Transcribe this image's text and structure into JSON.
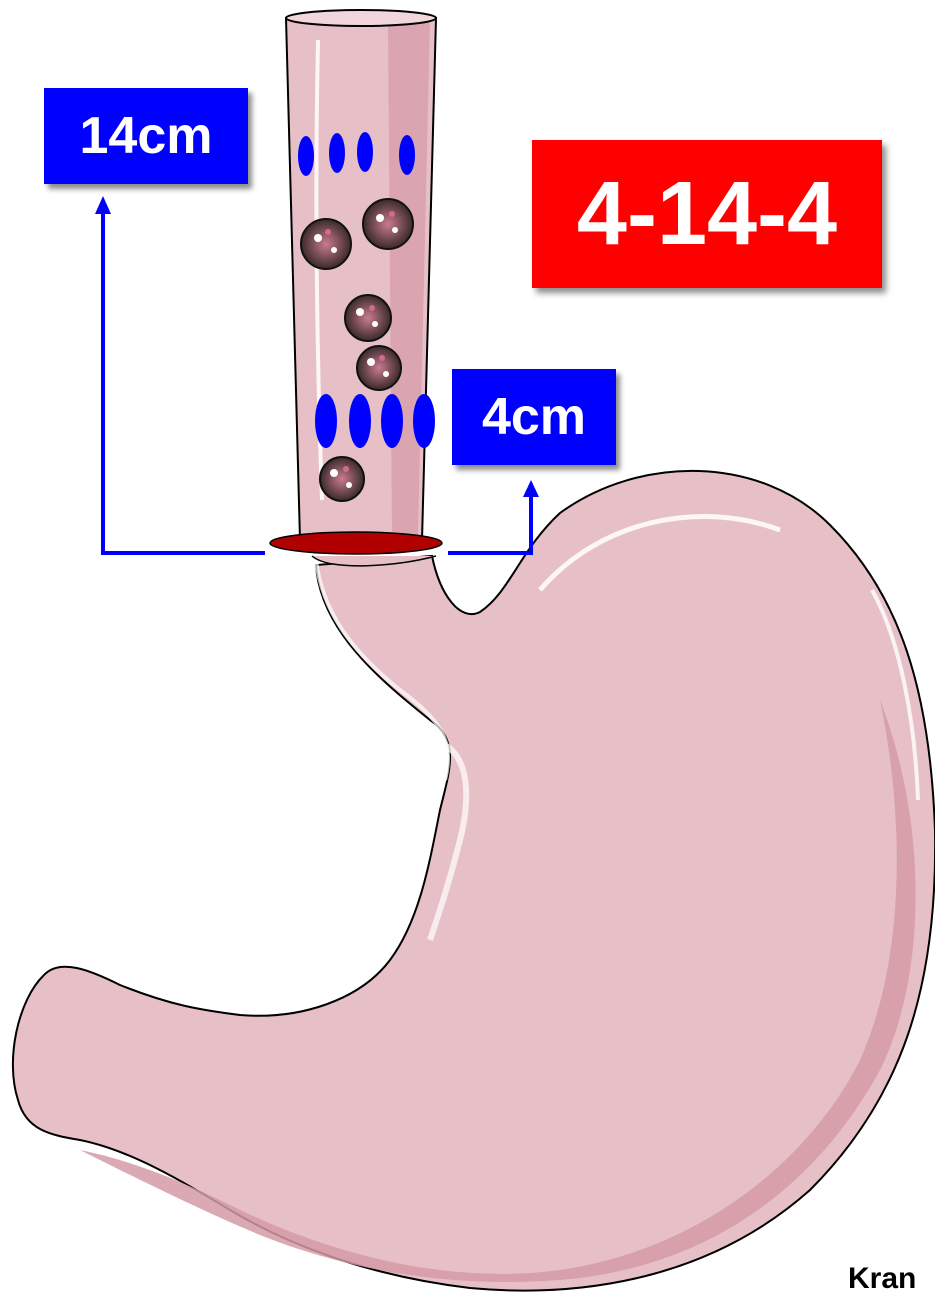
{
  "labels": {
    "upper_distance": "14cm",
    "lower_distance": "4cm",
    "rule": "4-14-4"
  },
  "credit": "Kran",
  "colors": {
    "label_blue": "#0000ff",
    "rule_red": "#ff0000",
    "tissue_pink": "#e6c0c6",
    "tissue_shadow": "#d49aa6",
    "sphincter_red": "#b00000"
  },
  "icons": {
    "stomach": "stomach-illustration",
    "esophagus": "esophagus-tube",
    "biopsy_marker": "blue-oval-marker",
    "cell": "granular-cell"
  }
}
